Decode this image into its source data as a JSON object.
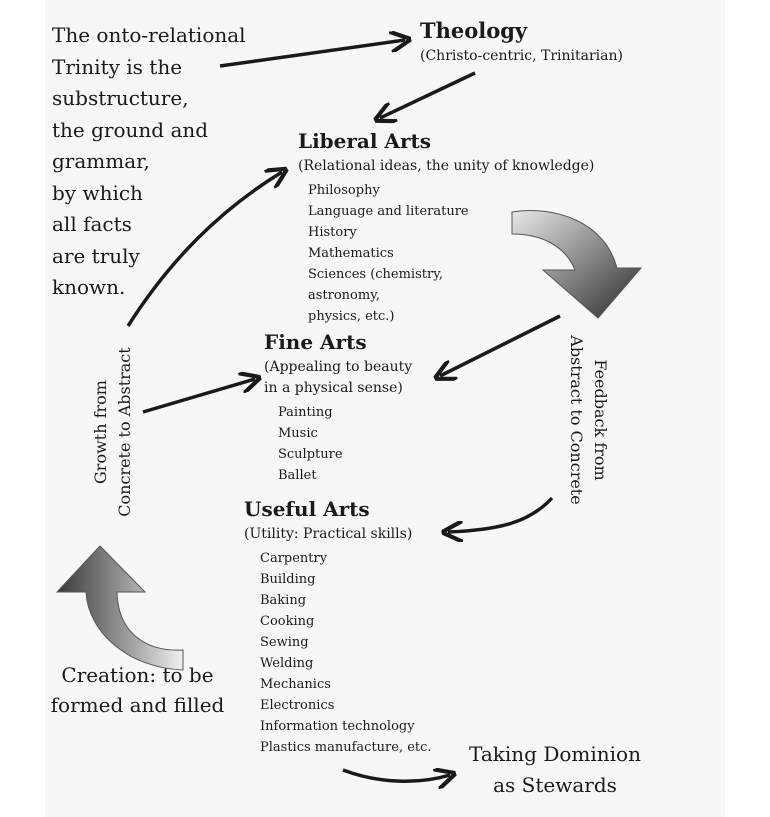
{
  "intro": {
    "lines": [
      "The onto-relational",
      "Trinity is the",
      "substructure,",
      "the ground and",
      "grammar,",
      "by which",
      "all facts",
      "are truly",
      "known."
    ]
  },
  "theology": {
    "title": "Theology",
    "subtitle": "(Christo-centric, Trinitarian)"
  },
  "liberal_arts": {
    "title": "Liberal Arts",
    "subtitle": "(Relational ideas, the unity of knowledge)",
    "items": [
      "Philosophy",
      "Language and literature",
      "History",
      "Mathematics",
      "Sciences (chemistry,",
      "astronomy,",
      "physics, etc.)"
    ]
  },
  "fine_arts": {
    "title": "Fine Arts",
    "subtitle_lines": [
      "(Appealing to beauty",
      "in a physical sense)"
    ],
    "items": [
      "Painting",
      "Music",
      "Sculpture",
      "Ballet"
    ]
  },
  "useful_arts": {
    "title": "Useful Arts",
    "subtitle": "(Utility: Practical skills)",
    "items": [
      "Carpentry",
      "Building",
      "Baking",
      "Cooking",
      "Sewing",
      "Welding",
      "Mechanics",
      "Electronics",
      "Information technology",
      "Plastics manufacture, etc."
    ]
  },
  "growth_label": {
    "lines": [
      "Growth from",
      "Concrete to Abstract"
    ]
  },
  "feedback_label": {
    "lines": [
      "Feedback from",
      "Abstract to Concrete"
    ]
  },
  "creation": {
    "lines": [
      "Creation: to be",
      "formed and filled"
    ]
  },
  "dominion": {
    "lines": [
      "Taking Dominion",
      "as Stewards"
    ]
  }
}
